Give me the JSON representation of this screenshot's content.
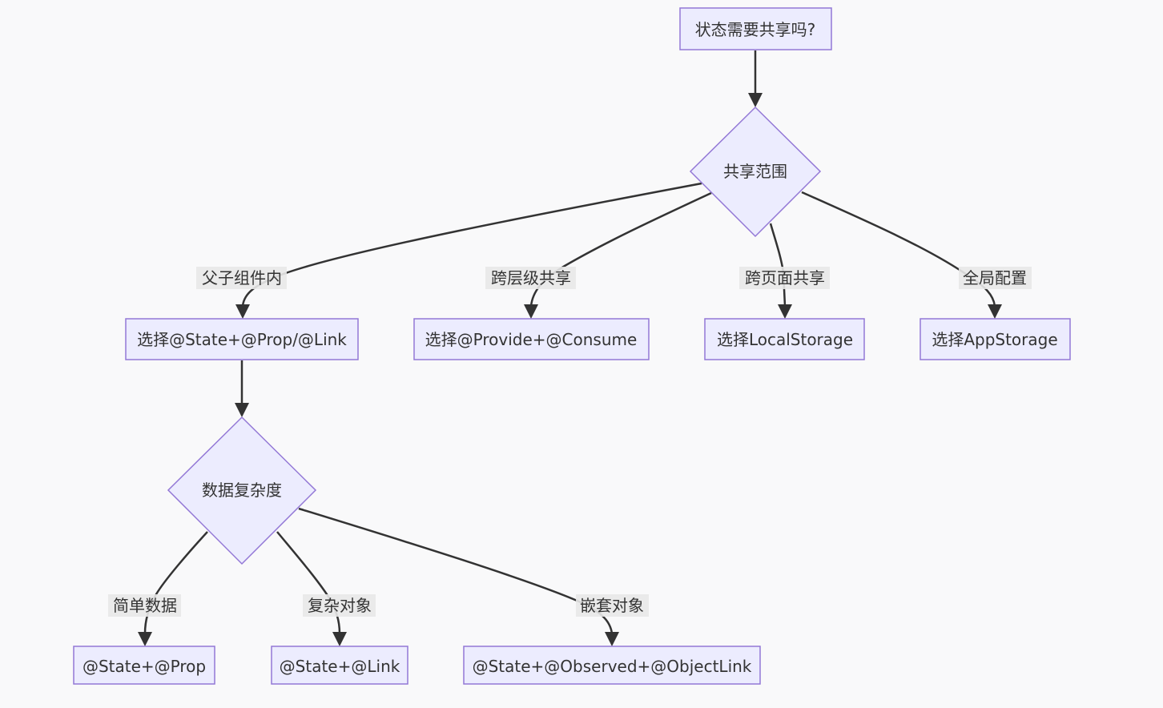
{
  "diagram": {
    "type": "flowchart",
    "colors": {
      "background": "#f9f9fa",
      "node_fill": "#ececfe",
      "node_stroke": "#9378d6",
      "edge": "#333333",
      "text": "#333333",
      "label_bg": "#e8e8e8"
    },
    "nodes": {
      "start": "状态需要共享吗?",
      "scope": "共享范围",
      "parent_child": "选择@State+@Prop/@Link",
      "cross_level": "选择@Provide+@Consume",
      "cross_page": "选择LocalStorage",
      "global": "选择AppStorage",
      "complexity": "数据复杂度",
      "simple": "@State+@Prop",
      "complex": "@State+@Link",
      "nested": "@State+@Observed+@ObjectLink"
    },
    "edge_labels": {
      "parent_child": "父子组件内",
      "cross_level": "跨层级共享",
      "cross_page": "跨页面共享",
      "global": "全局配置",
      "simple": "简单数据",
      "complex": "复杂对象",
      "nested": "嵌套对象"
    }
  }
}
